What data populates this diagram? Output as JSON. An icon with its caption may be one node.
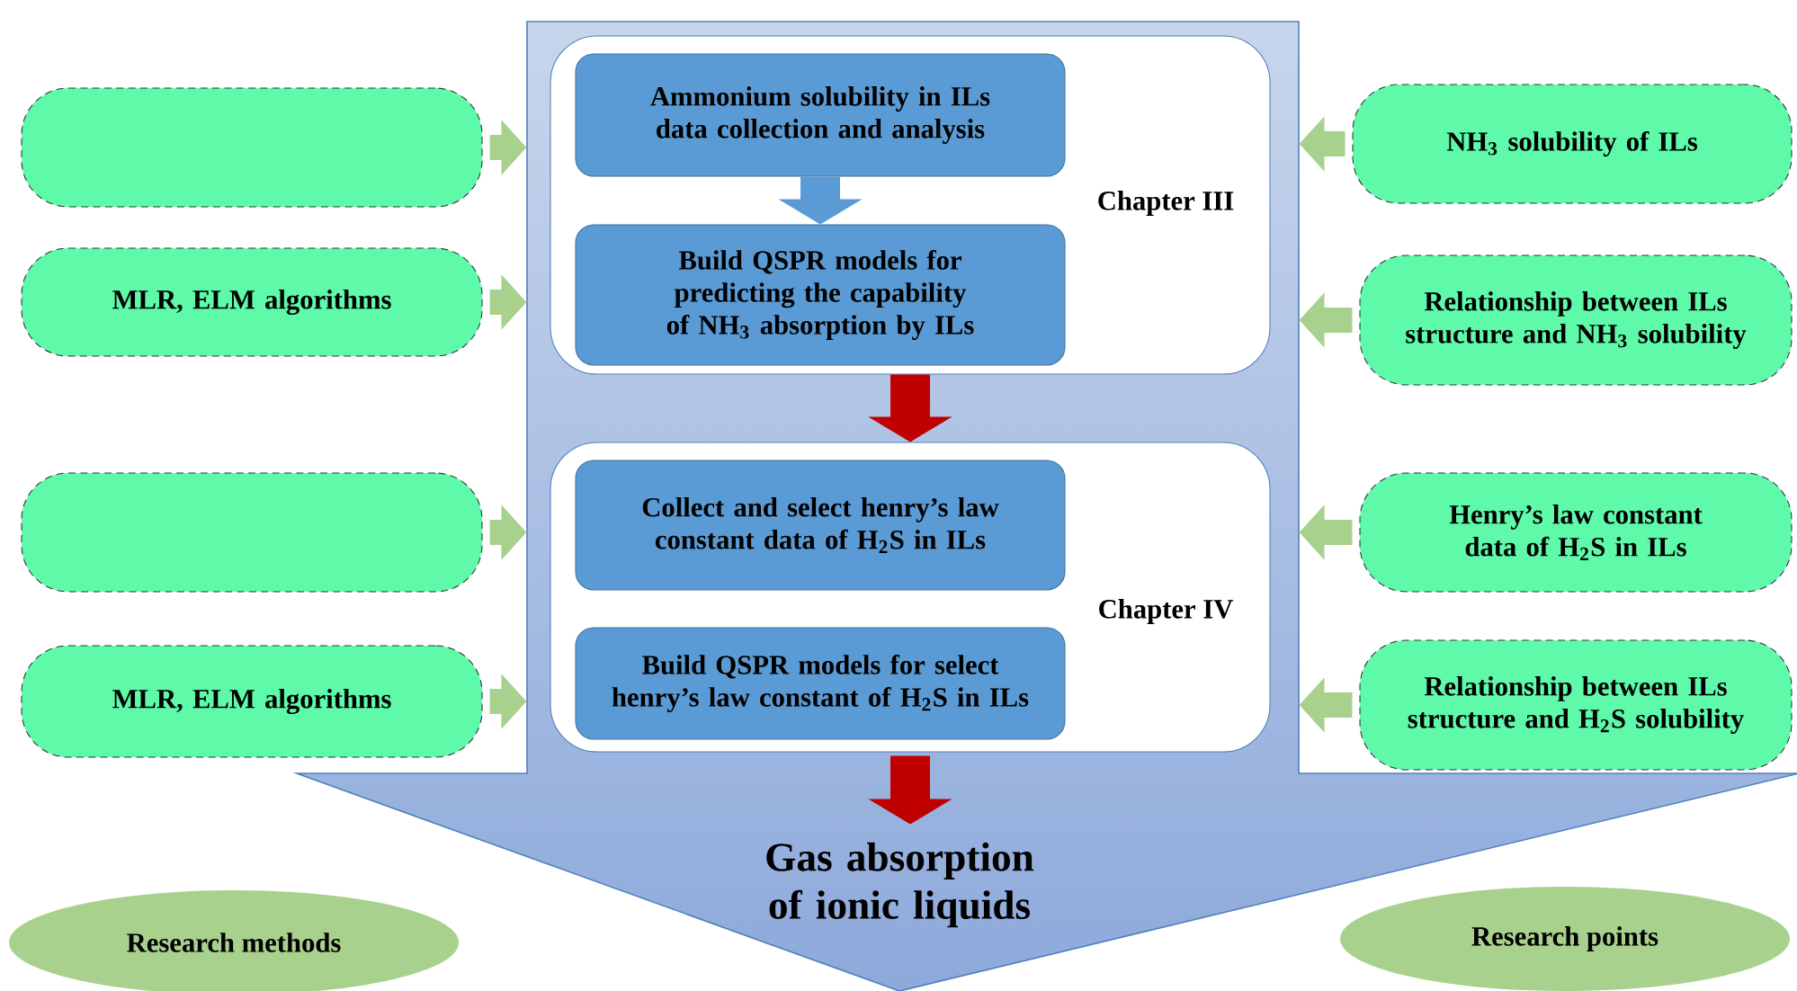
{
  "diagram": {
    "nodes": [
      {
        "text": [
          "Gas absorption of ionic liquids"
        ]
      },
      {
        "text": [
          "Chapter III"
        ],
        "in": 0
      },
      {
        "text": [
          "Ammonium solubility in ILs data collection and analysis"
        ],
        "in": 1
      },
      {
        "text": [
          "Build QSPR models for predicting the capability of NH$_{3}$ absorption by ILs"
        ],
        "in": 1
      },
      {
        "text": [
          "Chapter IV"
        ],
        "in": 0
      },
      {
        "text": [
          "Collect and select henry’s law constant data of H$_{2}$S in ILs"
        ],
        "in": 4
      },
      {
        "text": [
          "Build QSPR models for select henry’s law constant of H$_{2}$S in ILs"
        ],
        "in": 4
      },
      {
        "text": [],
        "shape": "box"
      },
      {
        "text": [
          "MLR, ELM algorithms"
        ]
      },
      {
        "text": [],
        "shape": "box"
      },
      {
        "text": [
          "MLR, ELM algorithms"
        ]
      },
      {
        "text": [
          "NH$_{3}$ solubility of ILs"
        ]
      },
      {
        "text": [
          "Relationship between ILs structure and NH$_{3}$ solubility"
        ]
      },
      {
        "text": [
          "Henry’s law constant data of H$_{2}$S in ILs"
        ]
      },
      {
        "text": [
          "Relationship between ILs structure and H$_{2}$S solubility"
        ]
      },
      {
        "text": [
          "Research methods"
        ]
      },
      {
        "text": [
          "Research points"
        ]
      }
    ],
    "edges": [
      {
        "from": 2,
        "to": 3,
        "arrow": "to",
        "color": "#5b9bd5"
      },
      {
        "from": 1,
        "to": 4,
        "arrow": "to",
        "color": "#c00000"
      },
      {
        "from": 4,
        "to": null,
        "arrow": "to",
        "color": "#c00000"
      },
      {
        "from": 7,
        "to": 0,
        "arrow": "to"
      },
      {
        "from": 8,
        "to": 0,
        "arrow": "to"
      },
      {
        "from": 9,
        "to": 0,
        "arrow": "to"
      },
      {
        "from": 10,
        "to": 0,
        "arrow": "to"
      },
      {
        "from": 11,
        "to": 0,
        "arrow": "to"
      },
      {
        "from": 12,
        "to": 0,
        "arrow": "to"
      },
      {
        "from": 13,
        "to": 0,
        "arrow": "to"
      },
      {
        "from": 14,
        "to": 0,
        "arrow": "to"
      }
    ]
  }
}
